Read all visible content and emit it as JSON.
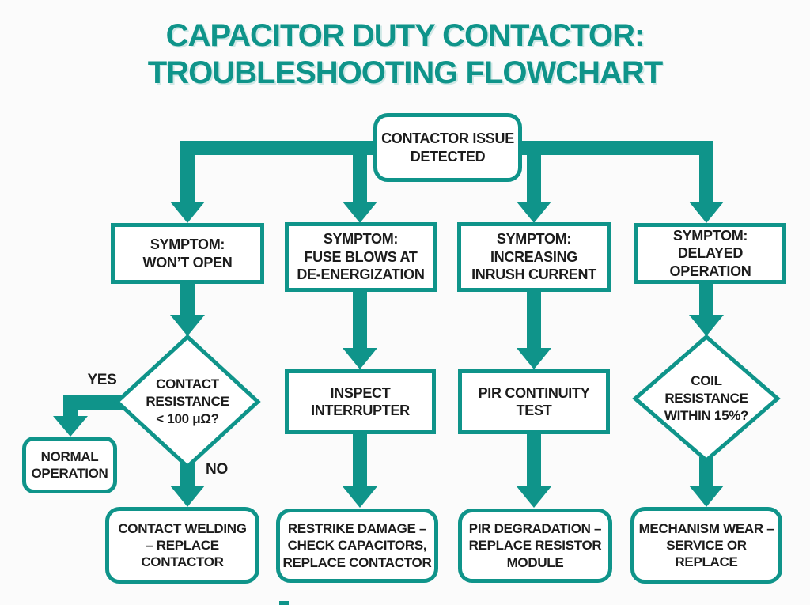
{
  "colors": {
    "teal": "#0f948a",
    "ink": "#1c1c1c",
    "paper": "#fbfbfb"
  },
  "title": "CAPACITOR DUTY CONTACTOR:\nTROUBLESHOOTING FLOWCHART",
  "root": {
    "label": "CONTACTOR ISSUE\nDETECTED"
  },
  "decision_labels": {
    "yes": "YES",
    "no": "NO"
  },
  "yes_outcome": {
    "label": "NORMAL\nOPERATION"
  },
  "columns": [
    {
      "symptom": "SYMPTOM:\nWON’T OPEN",
      "test": "CONTACT\nRESISTANCE\n< 100 μΩ?",
      "test_shape": "diamond",
      "result": "CONTACT WELDING\n– REPLACE\nCONTACTOR"
    },
    {
      "symptom": "SYMPTOM:\nFUSE BLOWS AT\nDE-ENERGIZATION",
      "test": "INSPECT\nINTERRUPTER",
      "test_shape": "rect",
      "result": "RESTRIKE DAMAGE –\nCHECK CAPACITORS,\nREPLACE CONTACTOR"
    },
    {
      "symptom": "SYMPTOM:\nINCREASING\nINRUSH CURRENT",
      "test": "PIR CONTINUITY\nTEST",
      "test_shape": "rect",
      "result": "PIR DEGRADATION –\nREPLACE RESISTOR\nMODULE"
    },
    {
      "symptom": "SYMPTOM:\nDELAYED OPERATION",
      "test": "COIL\nRESISTANCE\nWITHIN 15%?",
      "test_shape": "diamond",
      "result": "MECHANISM WEAR –\nSERVICE OR\nREPLACE"
    }
  ]
}
